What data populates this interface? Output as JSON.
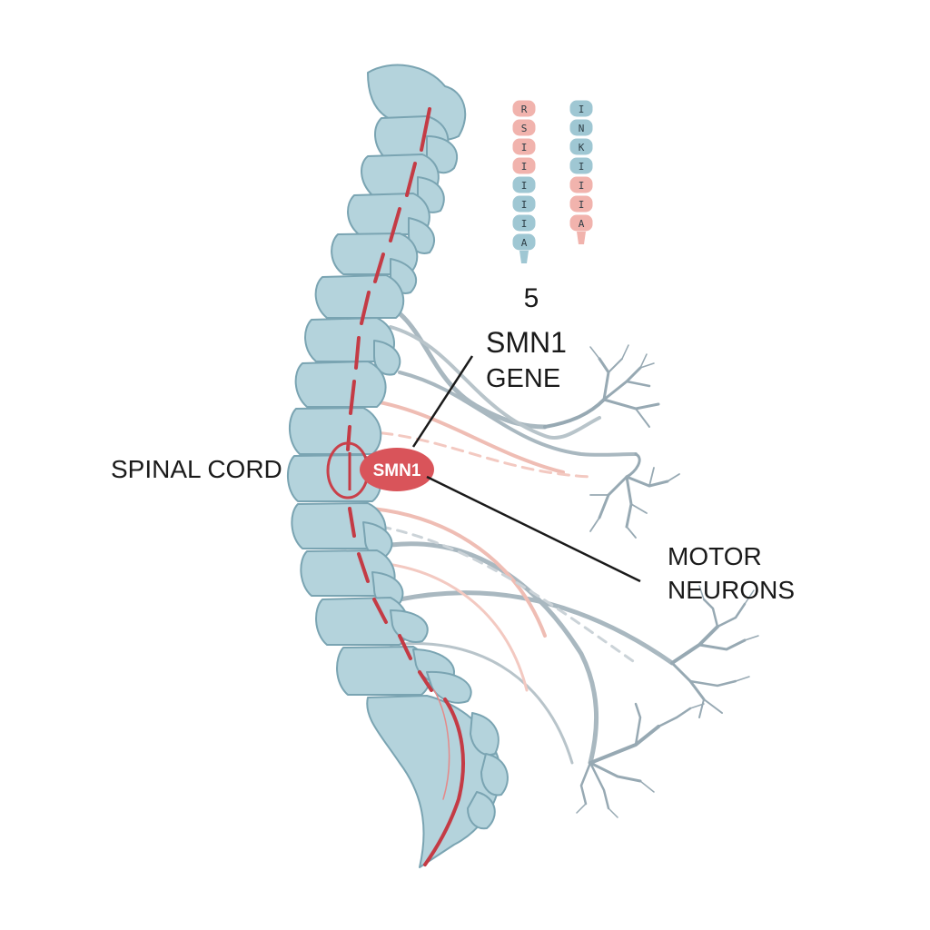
{
  "labels": {
    "spinal_cord": "SPINAL CORD",
    "chromosome_number": "5",
    "gene_line1": "SMN1",
    "gene_line2": "GENE",
    "smn1_tag": "SMN1",
    "motor_line1": "MOTOR",
    "motor_line2": "NEURONS"
  },
  "chromosomes": {
    "left": [
      "R",
      "S",
      "I",
      "I",
      "I",
      "I",
      "I",
      "A"
    ],
    "right": [
      "I",
      "N",
      "K",
      "I",
      "I",
      "I",
      "A"
    ]
  },
  "colors": {
    "vertebra": "#b4d3dc",
    "vertebra_edge": "#7aa4b2",
    "cord_red": "#c43b45",
    "tag_red": "#d9545a",
    "chrom_pink": "#f1b3ad",
    "chrom_blue": "#9fc7d3",
    "nerve_gray": "#a9b8c0",
    "nerve_pink": "#efbdb4",
    "ink": "#1a1a1a"
  }
}
